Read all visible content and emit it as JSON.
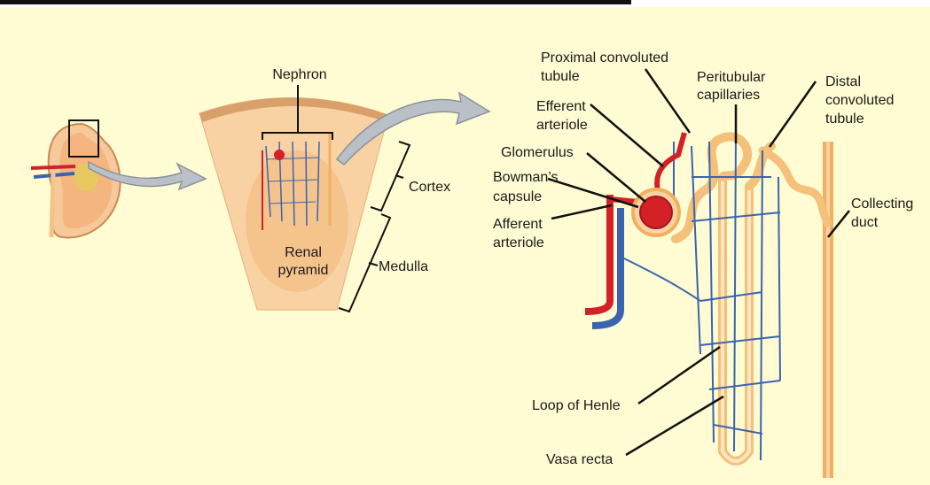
{
  "diagram": {
    "labels": {
      "nephron": "Nephron",
      "cortex": "Cortex",
      "medulla": "Medulla",
      "renal_pyramid": [
        "Renal",
        "pyramid"
      ],
      "proximal_tubule": [
        "Proximal convoluted",
        "tubule"
      ],
      "peritubular": [
        "Peritubular",
        "capillaries"
      ],
      "distal_tubule": [
        "Distal",
        "convoluted",
        "tubule"
      ],
      "efferent": [
        "Efferent",
        "arteriole"
      ],
      "glomerulus": "Glomerulus",
      "bowmans": [
        "Bowman’s",
        "capsule"
      ],
      "afferent": [
        "Afferent",
        "arteriole"
      ],
      "collecting_duct": [
        "Collecting",
        "duct"
      ],
      "loop_of_henle": "Loop of Henle",
      "vasa_recta": "Vasa recta"
    },
    "colors": {
      "background": "#fffbd2",
      "artery": "#d42027",
      "vein": "#3b64b0",
      "tubule": "#f5c07a",
      "tissue": "#f8d2a2",
      "arrow": "#9aa3ad"
    }
  }
}
